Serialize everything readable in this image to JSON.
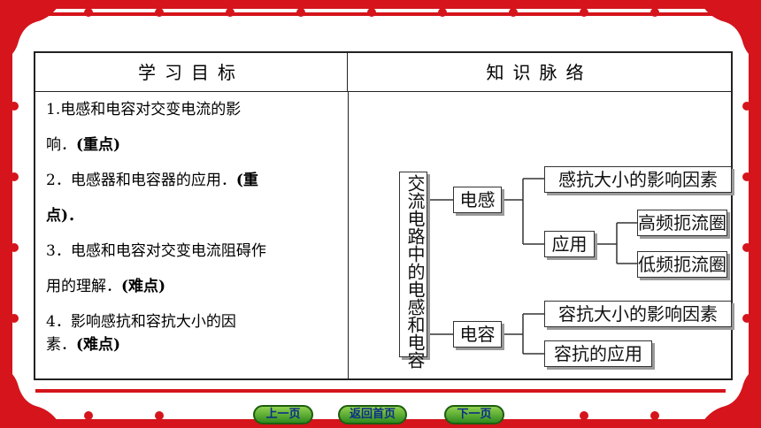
{
  "table": {
    "left_header": "学习目标",
    "right_header": "知识脉络"
  },
  "goals": [
    {
      "text": "1.电感和电容对交变电流的影响．",
      "tag": "(重点)"
    },
    {
      "text": "2．电感器和电容器的应用．",
      "tag": "(重点)．"
    },
    {
      "text": "3．电感和电容对交变电流阻碍作用的理解．",
      "tag": "(难点)"
    },
    {
      "text": "4．影响感抗和容抗大小的因素．",
      "tag": "(难点)"
    }
  ],
  "goal_lines": {
    "g1a": "1.电感和电容对交变电流的影",
    "g1b": "响．",
    "g1tag": "(重点)",
    "g2a": "2．电感器和电容器的应用．",
    "g2tag_a": "(重",
    "g2tag_b": "点)．",
    "g3a": "3．电感和电容对交变电流阻碍作",
    "g3b": "用的理解．",
    "g3tag": "(难点)",
    "g4a": "4．影响感抗和容抗大小的因",
    "g4b": "素．",
    "g4tag": "(难点)"
  },
  "diagram": {
    "root": "交流电路中的电感和电容",
    "inductance": "电感",
    "ind_reactance": "感抗大小的影响因素",
    "ind_application": "应用",
    "high_freq": "高频扼流圈",
    "low_freq": "低频扼流圈",
    "capacitance": "电容",
    "cap_reactance": "容抗大小的影响因素",
    "cap_application": "容抗的应用"
  },
  "nav": {
    "prev": "上一页",
    "home": "返回首页",
    "next": "下一页"
  },
  "colors": {
    "frame_red": "#d5141c",
    "nav_green": "#4fb82b",
    "nav_text": "#0b2d88"
  }
}
